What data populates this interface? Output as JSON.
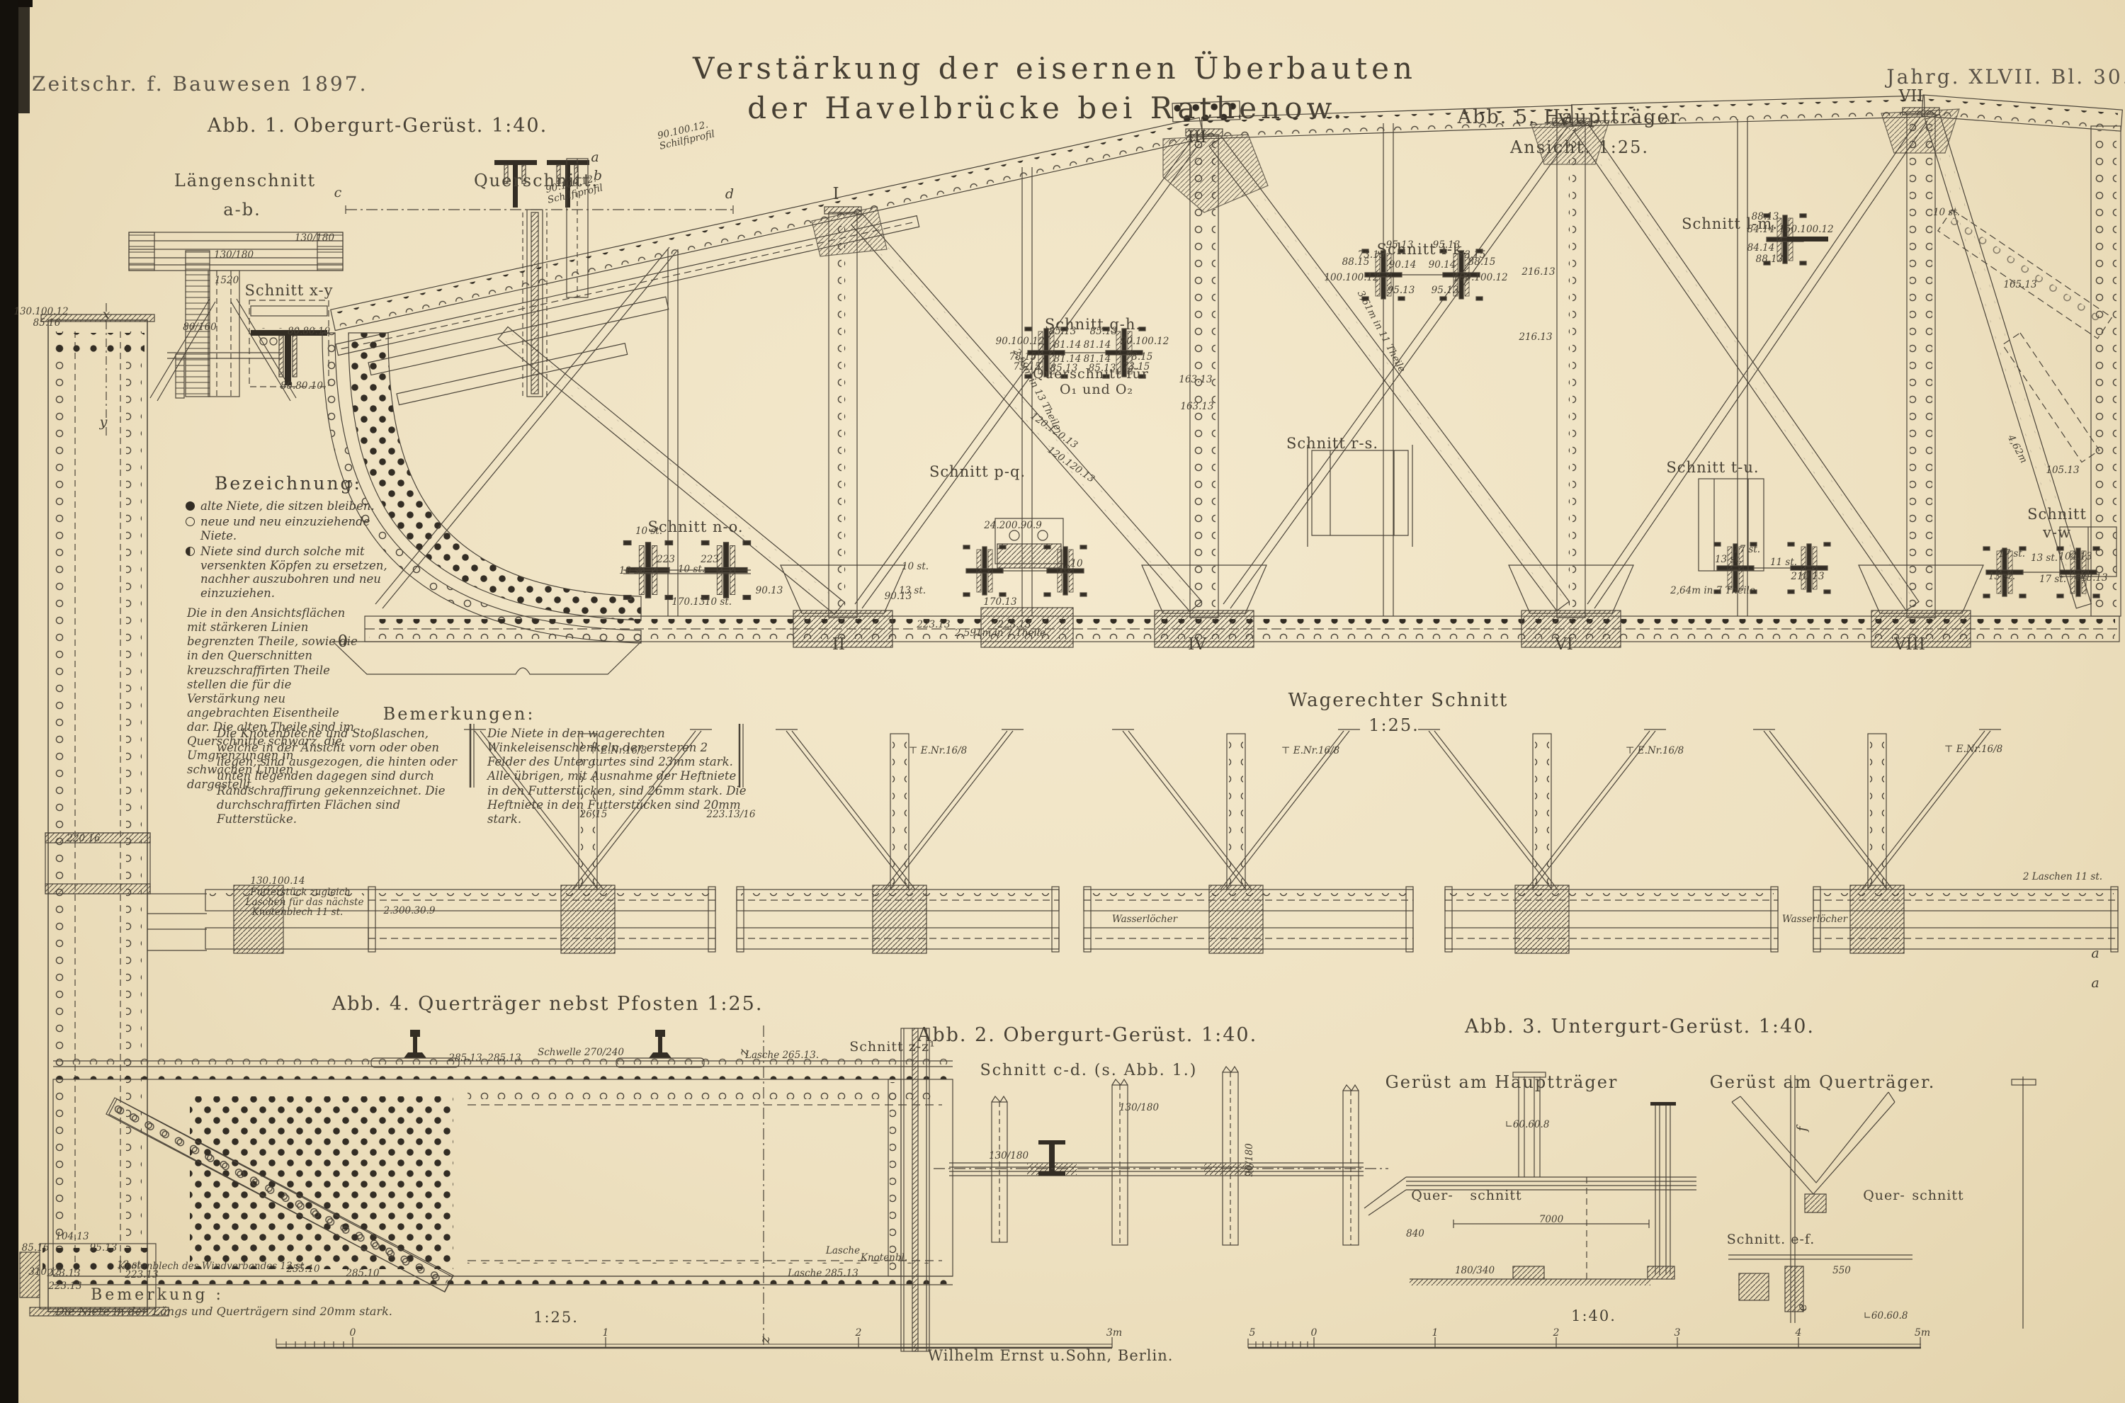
{
  "meta": {
    "journal": "Zeitschr. f. Bauwesen 1897.",
    "plate_no": "Jahrg. XLVII. Bl. 30.",
    "publisher": "Wilhelm Ernst u.Sohn, Berlin."
  },
  "title": {
    "line1": "Verstärkung der eisernen Überbauten",
    "line2": "der Havelbrücke bei Rathenow."
  },
  "figures": {
    "abb1": {
      "label": "Abb. 1. Obergurt-Gerüst. 1:40.",
      "sub1a": "Längenschnitt",
      "sub1b": "a-b.",
      "sub2": "Querschnitt."
    },
    "abb2": {
      "label": "Abb. 2. Obergurt-Gerüst. 1:40.",
      "sub": "Schnitt c-d. (s. Abb. 1.)"
    },
    "abb3": {
      "label": "Abb. 3. Untergurt-Gerüst. 1:40.",
      "left": "Gerüst am Hauptträger",
      "right": "Gerüst am Querträger."
    },
    "abb4": {
      "label": "Abb. 4. Querträger nebst Pfosten 1:25."
    },
    "abb5": {
      "label": "Abb. 5. Hauptträger",
      "sub": "Ansicht. 1:25."
    },
    "wagerechter": {
      "label": "Wagerechter Schnitt",
      "scale": "1:25."
    }
  },
  "legend": {
    "heading": "Bezeichnung:",
    "items": [
      {
        "symbol": "old-rivet-filled",
        "text": "alte Niete, die sitzen bleiben."
      },
      {
        "symbol": "new-rivet-open",
        "text": "neue und neu einzuziehende Niete."
      },
      {
        "symbol": "replace-rivet-half",
        "text": "Niete sind durch solche mit versenkten Köpfen zu ersetzen, nachher auszubohren und neu einzuziehen."
      }
    ],
    "paragraph": "Die in den Ansichtsflächen mit stärkeren Linien begrenzten Theile, sowie die in den Querschnitten kreuzschraffirten Theile stellen die für die Verstärkung neu angebrachten Eisentheile dar. Die alten Theile sind im Querschnitte schwarz, die Umgrenzungen in schwachen Linien dargestellt."
  },
  "bemerkungen": {
    "heading": "Bemerkungen:",
    "left": "Die Knotenbleche und Stoßlaschen, welche in der Ansicht vorn oder oben liegen, sind ausgezogen, die hinten oder unten liegenden dagegen sind durch Randschraffirung gekennzeichnet. Die durchschraffirten Flächen sind Futterstücke.",
    "right": "Die Niete in den wagerechten Winkeleisenschenkeln der ersteren 2 Felder des Untergurtes sind 23mm stark. Alle übrigen, mit Ausnahme der Heftniete in den Futterstücken, sind 26mm stark. Die Heftniete in den Futterstücken sind 20mm stark."
  },
  "bemerkung2": {
    "heading": "Bemerkung :",
    "text": "Die Niete in den Längs und Querträgern sind 20mm stark."
  },
  "scalebars": {
    "left": {
      "label": "1:25."
    },
    "right": {
      "label": "1:40."
    }
  },
  "annotations": [
    [
      "Schnitt x-y",
      408,
      410,
      "sec"
    ],
    [
      "Schnitt n-o.",
      982,
      744,
      "sec"
    ],
    [
      "Schnitt p-q.",
      1380,
      666,
      "sec"
    ],
    [
      "Schnitt g-h.",
      1543,
      458,
      "sec"
    ],
    [
      "Querschnitt für",
      1540,
      528,
      "sec2"
    ],
    [
      "O₁ und O₂",
      1548,
      550,
      "sec2"
    ],
    [
      "Schnitt i-k.",
      2008,
      352,
      "sec"
    ],
    [
      "Schnitt l-m.",
      2442,
      316,
      "sec"
    ],
    [
      "Schnitt r-s.",
      1881,
      626,
      "sec"
    ],
    [
      "Schnitt t-u.",
      2418,
      660,
      "sec"
    ],
    [
      "Schnitt",
      2904,
      726,
      "sec"
    ],
    [
      "v-w",
      2904,
      752,
      "sec"
    ],
    [
      "Quer-",
      2022,
      1688,
      "sec2"
    ],
    [
      "schnitt",
      2112,
      1688,
      "sec2"
    ],
    [
      "Quer-",
      2660,
      1688,
      "sec2"
    ],
    [
      "schnitt",
      2736,
      1688,
      "sec2"
    ],
    [
      "Schnitt. e-f.",
      2500,
      1750,
      "sec2"
    ],
    [
      "Schnitt z-z¹",
      1260,
      1478,
      "sec2"
    ],
    [
      "0",
      484,
      906,
      "rom"
    ],
    [
      "I",
      1180,
      274,
      "rom"
    ],
    [
      "II",
      1184,
      910,
      "rom"
    ],
    [
      "III",
      1690,
      194,
      "rom"
    ],
    [
      "IV",
      1690,
      910,
      "rom"
    ],
    [
      "V",
      2208,
      170,
      "rom"
    ],
    [
      "VI",
      2208,
      910,
      "rom"
    ],
    [
      "VII",
      2698,
      136,
      "rom"
    ],
    [
      "VIII",
      2696,
      910,
      "rom"
    ],
    [
      "x",
      150,
      444,
      "let"
    ],
    [
      "y",
      146,
      596,
      "let"
    ],
    [
      "a",
      840,
      222,
      "let"
    ],
    [
      "b",
      844,
      248,
      "let"
    ],
    [
      "c",
      477,
      272,
      "let"
    ],
    [
      "d",
      1030,
      274,
      "let"
    ],
    [
      "a",
      2958,
      1346,
      "let"
    ],
    [
      "a",
      2958,
      1388,
      "let"
    ],
    [
      "e",
      2544,
      1846,
      "let",
      -90
    ],
    [
      "f",
      2544,
      1594,
      "let",
      -90
    ],
    [
      "z",
      1050,
      1486,
      "let",
      -90
    ],
    [
      "z",
      1080,
      1892,
      "let",
      -90
    ],
    [
      "1:25.",
      785,
      1860,
      "scl"
    ],
    [
      "1:40.",
      2250,
      1858,
      "scl"
    ],
    [
      "0",
      498,
      1882,
      "tick"
    ],
    [
      "1",
      855,
      1882,
      "tick"
    ],
    [
      "2",
      1212,
      1882,
      "tick"
    ],
    [
      "3m",
      1573,
      1882,
      "tick"
    ],
    [
      "5",
      1768,
      1882,
      "tick"
    ],
    [
      "0",
      1855,
      1882,
      "tick"
    ],
    [
      "1",
      2026,
      1882,
      "tick"
    ],
    [
      "2",
      2197,
      1882,
      "tick"
    ],
    [
      "3",
      2368,
      1882,
      "tick"
    ],
    [
      "4",
      2539,
      1882,
      "tick"
    ],
    [
      "5m",
      2714,
      1882,
      "tick"
    ],
    [
      "130.100.12",
      58,
      440
    ],
    [
      "85.16",
      66,
      456
    ],
    [
      "80/160",
      282,
      462
    ],
    [
      "130/180",
      330,
      360
    ],
    [
      "1520",
      320,
      396
    ],
    [
      "130/180",
      444,
      336
    ],
    [
      "80.80.10",
      436,
      468
    ],
    [
      "80.80.10.",
      428,
      545
    ],
    [
      "220.16",
      118,
      1184
    ],
    [
      "104.13",
      102,
      1746
    ],
    [
      "85.16",
      50,
      1762
    ],
    [
      "95.13",
      146,
      1762
    ],
    [
      "310.13",
      64,
      1796
    ],
    [
      "13 st.",
      184,
      1786
    ],
    [
      "223.13",
      92,
      1816
    ],
    [
      "90.100.12.",
      806,
      260,
      "dim",
      -13
    ],
    [
      "Schilfiprofil",
      812,
      274,
      "dim",
      -13
    ],
    [
      "90.100.12.",
      964,
      184,
      "dim",
      -13
    ],
    [
      "Schilfiprofil",
      970,
      198,
      "dim",
      -13
    ],
    [
      "120.120.13",
      1488,
      608,
      "dim",
      35
    ],
    [
      "120.120.13",
      1512,
      656,
      "dim",
      35
    ],
    [
      "163.13",
      1688,
      536
    ],
    [
      "163.13",
      1690,
      574
    ],
    [
      "216.13",
      2172,
      384
    ],
    [
      "216.13",
      2168,
      476
    ],
    [
      "165.13",
      2852,
      402
    ],
    [
      "105.13",
      2912,
      664
    ],
    [
      "2,99m in 13 Theile",
      1464,
      550,
      "dim",
      62
    ],
    [
      "3,61m in 11 Theile",
      1950,
      468,
      "dim",
      62
    ],
    [
      "4,62m",
      2848,
      634,
      "dim",
      62
    ],
    [
      "2,591m in 7 Theile",
      1412,
      894
    ],
    [
      "2,64m in 7 Theile",
      2418,
      834
    ],
    [
      "10 st.",
      2748,
      300
    ],
    [
      "85.13",
      1500,
      468
    ],
    [
      "85.13",
      1558,
      468
    ],
    [
      "90.100.12",
      1440,
      482
    ],
    [
      "90.100.12",
      1616,
      482
    ],
    [
      "81.14",
      1507,
      487
    ],
    [
      "81.14",
      1549,
      487
    ],
    [
      "81.14",
      1507,
      507
    ],
    [
      "81.14",
      1549,
      507
    ],
    [
      "78.15",
      1444,
      504
    ],
    [
      "78.15",
      1608,
      504
    ],
    [
      "73.15",
      1450,
      518
    ],
    [
      "73.15",
      1604,
      518
    ],
    [
      "85.13",
      1502,
      520
    ],
    [
      "85.13",
      1556,
      520
    ],
    [
      "73.15",
      1936,
      360
    ],
    [
      "73.15",
      2078,
      360
    ],
    [
      "95.13",
      1976,
      346
    ],
    [
      "95.13",
      2042,
      346
    ],
    [
      "90.14",
      1980,
      374
    ],
    [
      "90.14",
      2036,
      374
    ],
    [
      "88.15",
      1914,
      370
    ],
    [
      "88.15",
      2092,
      370
    ],
    [
      "100.100.12",
      1908,
      392
    ],
    [
      "100.100.12",
      2090,
      392
    ],
    [
      "95.13",
      1978,
      410
    ],
    [
      "95.13",
      2040,
      410
    ],
    [
      "88.13",
      2492,
      306
    ],
    [
      "84.14",
      2486,
      324
    ],
    [
      "150.100.12",
      2550,
      324
    ],
    [
      "84.14",
      2486,
      350
    ],
    [
      "88.13",
      2498,
      366
    ],
    [
      "10 st.",
      916,
      750
    ],
    [
      "223",
      940,
      790
    ],
    [
      "223",
      1002,
      790
    ],
    [
      "10 st.",
      976,
      804
    ],
    [
      "90.13",
      1086,
      834
    ],
    [
      "170.13",
      972,
      850
    ],
    [
      "10 st.",
      1014,
      850
    ],
    [
      "10 st.",
      893,
      806
    ],
    [
      "24.200.90.9",
      1430,
      742
    ],
    [
      "10 st.",
      1292,
      800
    ],
    [
      "13 st.",
      1288,
      834
    ],
    [
      "90.13",
      1268,
      842
    ],
    [
      "223.13",
      1318,
      882
    ],
    [
      "223.13",
      1432,
      882
    ],
    [
      "170.13",
      1412,
      850
    ],
    [
      "10",
      1502,
      804
    ],
    [
      "10",
      1520,
      796
    ],
    [
      "13 st.",
      2440,
      790
    ],
    [
      "17 st.",
      2466,
      776
    ],
    [
      "11 st.",
      2518,
      794
    ],
    [
      "210.13",
      2552,
      814
    ],
    [
      "17 st.",
      2840,
      782
    ],
    [
      "13 st.",
      2886,
      788
    ],
    [
      "13 st.",
      2826,
      814
    ],
    [
      "17 st.",
      2898,
      818
    ],
    [
      "104.13",
      2930,
      786
    ],
    [
      "448.13",
      2952,
      816
    ],
    [
      "⊤ E.Nr.16/8",
      872,
      1060
    ],
    [
      "⊤ E.Nr.16/8",
      1324,
      1060
    ],
    [
      "⊤ E.Nr.16/8",
      1850,
      1060
    ],
    [
      "⊤ E.Nr.16/8",
      2336,
      1060
    ],
    [
      "⊤ E.Nr.16/8",
      2786,
      1058
    ],
    [
      "26,15",
      838,
      1150
    ],
    [
      "223.13/16",
      1032,
      1150
    ],
    [
      "2.300.30.9",
      578,
      1286
    ],
    [
      "Wasserlöcher",
      1616,
      1298
    ],
    [
      "Wasserlöcher",
      2562,
      1298
    ],
    [
      "Futterstück zugleich",
      424,
      1260
    ],
    [
      "Laschen für das nächste",
      430,
      1274
    ],
    [
      "Knotenblech 11 st.",
      420,
      1288
    ],
    [
      "130.100.14",
      392,
      1244
    ],
    [
      "2 Laschen 11 st.",
      2912,
      1238
    ],
    [
      "285.13",
      657,
      1494
    ],
    [
      "285.13",
      712,
      1494
    ],
    [
      "Schwelle 270/240",
      820,
      1486
    ],
    [
      "Lasche 265.13.",
      1104,
      1490
    ],
    [
      "Lasche",
      1190,
      1766
    ],
    [
      "Knotenbl.",
      1248,
      1776
    ],
    [
      "Lasche 285.13",
      1162,
      1798
    ],
    [
      "223.13",
      90,
      1798
    ],
    [
      "223.13",
      200,
      1800
    ],
    [
      "Knotenblech des Windverbandes 13 st.",
      300,
      1788
    ],
    [
      "255.10",
      428,
      1792
    ],
    [
      "285.10",
      512,
      1798
    ],
    [
      "130/180",
      1608,
      1564
    ],
    [
      "130/180",
      1424,
      1632
    ],
    [
      "90/180",
      1764,
      1638,
      "dim",
      -90
    ],
    [
      "∟60.60.8",
      2156,
      1588
    ],
    [
      "7000",
      2190,
      1722
    ],
    [
      "840",
      1998,
      1742
    ],
    [
      "180/340",
      2082,
      1794
    ],
    [
      "∟60.60.8",
      2662,
      1858
    ],
    [
      "550",
      2600,
      1794
    ]
  ]
}
